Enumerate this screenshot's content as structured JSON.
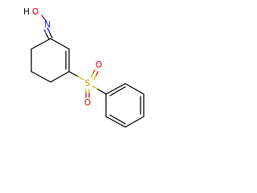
{
  "molecule": {
    "atoms": {
      "hydroxyl_h": "H",
      "hydroxyl_o": "O",
      "oxime_n": "N",
      "sulfonyl_s": "S",
      "sulfonyl_o_upper": "O",
      "sulfonyl_o_lower": "O"
    }
  },
  "colors": {
    "carbon_bond": "#000000",
    "oxygen": "#e00000",
    "nitrogen": "#1a1aff",
    "sulfur": "#b8a200",
    "background": "#ffffff"
  }
}
